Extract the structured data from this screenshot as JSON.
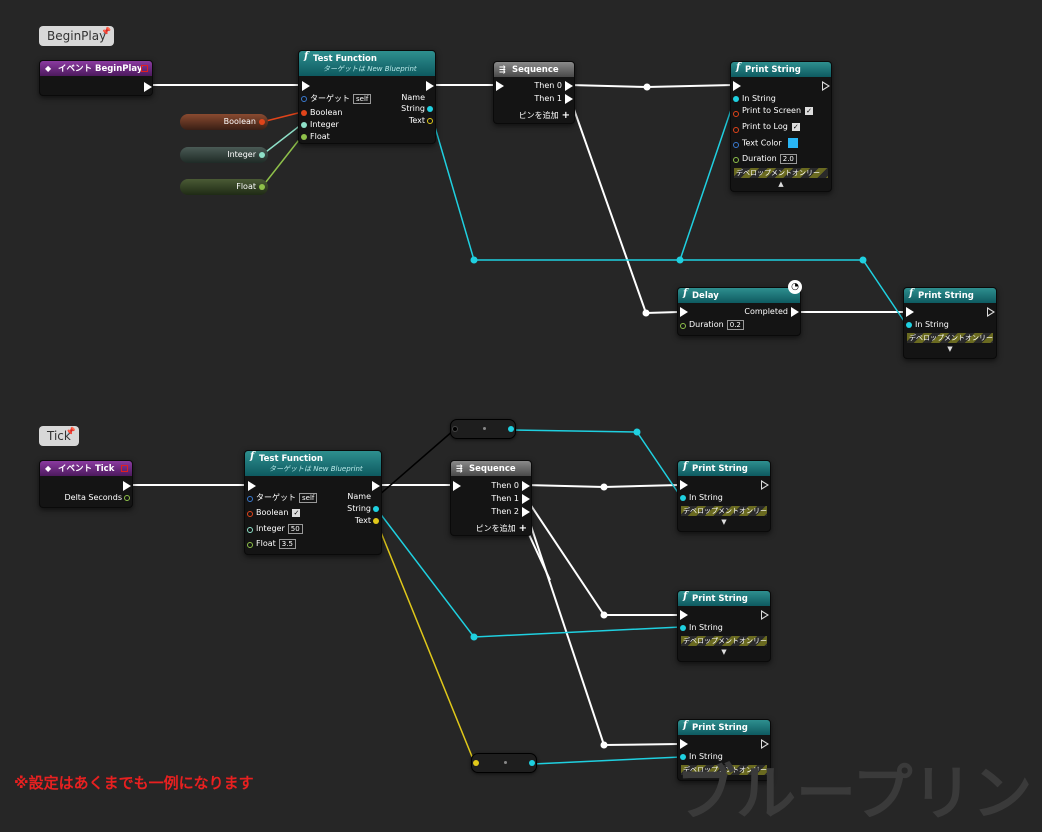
{
  "note": "※設定はあくまでも一例になります",
  "watermark": "ブループリント",
  "bubbles": {
    "beginplay": "BeginPlay",
    "tick": "Tick"
  },
  "colors": {
    "exec": "#ffffff",
    "string": "#1fd0e0",
    "boolean": "#e0441a",
    "integer": "#8ee0c8",
    "float": "#8ec04a",
    "text": "#e0c81a"
  },
  "beginplay_graph": {
    "event": {
      "title": "イベント BeginPlay"
    },
    "test_function": {
      "title": "Test Function",
      "subtitle": "ターゲットは New Blueprint",
      "inputs": [
        {
          "label": "ターゲット",
          "value": "self"
        },
        {
          "label": "Boolean"
        },
        {
          "label": "Integer"
        },
        {
          "label": "Float"
        }
      ],
      "outputs": [
        {
          "label": "Name"
        },
        {
          "label": "String"
        },
        {
          "label": "Text"
        }
      ]
    },
    "variables": [
      {
        "label": "Boolean"
      },
      {
        "label": "Integer"
      },
      {
        "label": "Float"
      }
    ],
    "sequence": {
      "title": "Sequence",
      "outputs": [
        "Then 0",
        "Then 1"
      ],
      "add_pin": "ピンを追加"
    },
    "print_string_1": {
      "title": "Print String",
      "pins": [
        "In String",
        "Print to Screen",
        "Print to Log",
        "Text Color",
        "Duration"
      ],
      "duration": "2.0",
      "dev_only": "デベロップメントオンリー"
    },
    "delay": {
      "title": "Delay",
      "completed": "Completed",
      "duration_label": "Duration",
      "duration": "0.2"
    },
    "print_string_2": {
      "title": "Print String",
      "in_string": "In String",
      "dev_only": "デベロップメントオンリー"
    }
  },
  "tick_graph": {
    "event": {
      "title": "イベント Tick",
      "delta": "Delta Seconds"
    },
    "test_function": {
      "title": "Test Function",
      "subtitle": "ターゲットは New Blueprint",
      "inputs": [
        {
          "label": "ターゲット",
          "value": "self"
        },
        {
          "label": "Boolean"
        },
        {
          "label": "Integer",
          "value": "50"
        },
        {
          "label": "Float",
          "value": "3.5"
        }
      ],
      "outputs": [
        {
          "label": "Name"
        },
        {
          "label": "String"
        },
        {
          "label": "Text"
        }
      ]
    },
    "sequence": {
      "title": "Sequence",
      "outputs": [
        "Then 0",
        "Then 1",
        "Then 2"
      ],
      "add_pin": "ピンを追加"
    },
    "print_strings": [
      {
        "title": "Print String",
        "in_string": "In String",
        "dev_only": "デベロップメントオンリー"
      },
      {
        "title": "Print String",
        "in_string": "In String",
        "dev_only": "デベロップメントオンリー"
      },
      {
        "title": "Print String",
        "in_string": "In String",
        "dev_only": "デベロップメントオンリー"
      }
    ]
  }
}
